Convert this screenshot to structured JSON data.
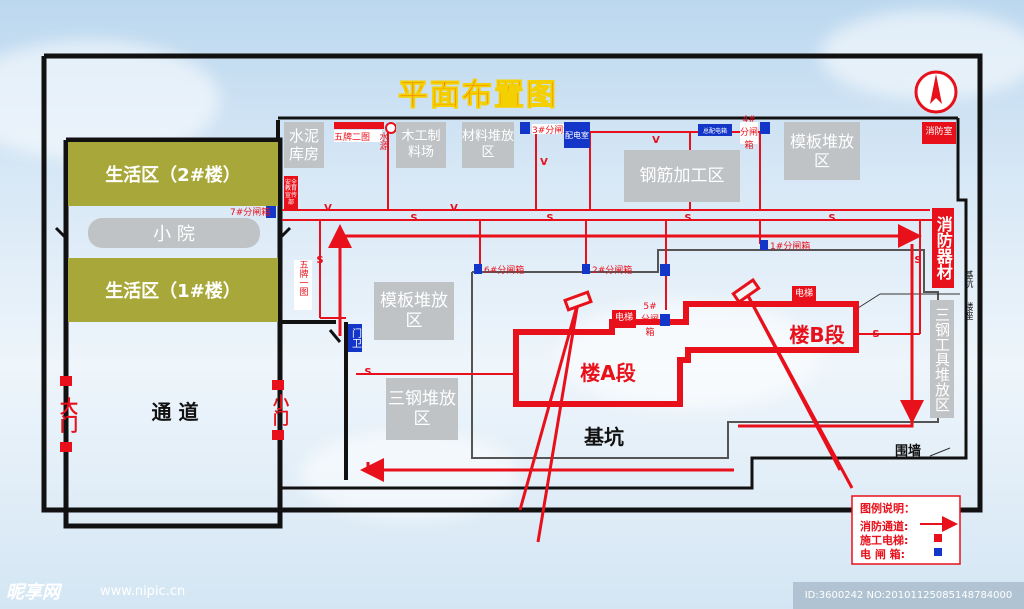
{
  "title": "平面布置图",
  "areas": {
    "living_2": "生活区（2#楼）",
    "courtyard": "小 院",
    "living_1": "生活区（1#楼）",
    "passage": "通 道",
    "main_gate": "大门",
    "small_gate": "小门",
    "guard": "门卫",
    "cement": "水泥库房",
    "five_two": "五牌二图",
    "water": "水源",
    "carpentry": "木工制料场",
    "material_yard": "材料堆放区",
    "switch_3": "3#分闸箱",
    "power_room": "配电室",
    "main_box": "总配电箱",
    "switch_4": "4#分闸箱",
    "formwork_top": "模板堆放区",
    "fire_room": "消防室",
    "rebar": "钢筋加工区",
    "safety": "安全教育宣传部",
    "switch_7": "7#分闸箱",
    "switch_1": "1#分闸箱",
    "fire_equipment": "消防器材",
    "switch_6": "6#分闸箱",
    "switch_2": "2#分闸箱",
    "five_one": "五牌一图",
    "formwork_mid": "模板堆放区",
    "elevator_a": "电梯",
    "switch_5": "5#分闸箱",
    "elevator_b": "电梯",
    "building_a": "楼A段",
    "building_b": "楼B段",
    "steel_tools": "三钢工具堆放区",
    "steel_yard": "三钢堆放区",
    "pit": "基坑",
    "pit_edge": "基坑",
    "floor_base": "楼座",
    "fence": "围墙"
  },
  "legend": {
    "title": "图例说明：",
    "fire_lane": "消防通道:",
    "elevator": "施工电梯:",
    "switchbox": "电 闸 箱:"
  },
  "pipe_labels": {
    "supply": "S",
    "valve": "V"
  },
  "watermark": {
    "logo": "昵享网",
    "url": "www.nipic.cn",
    "id": "ID:3600242 NO:20101125085148784000"
  },
  "colors": {
    "fire_lane": "#e8101a",
    "switchbox": "#1436c8",
    "storage": "#bfc3c6",
    "living": "#a8a83a"
  }
}
